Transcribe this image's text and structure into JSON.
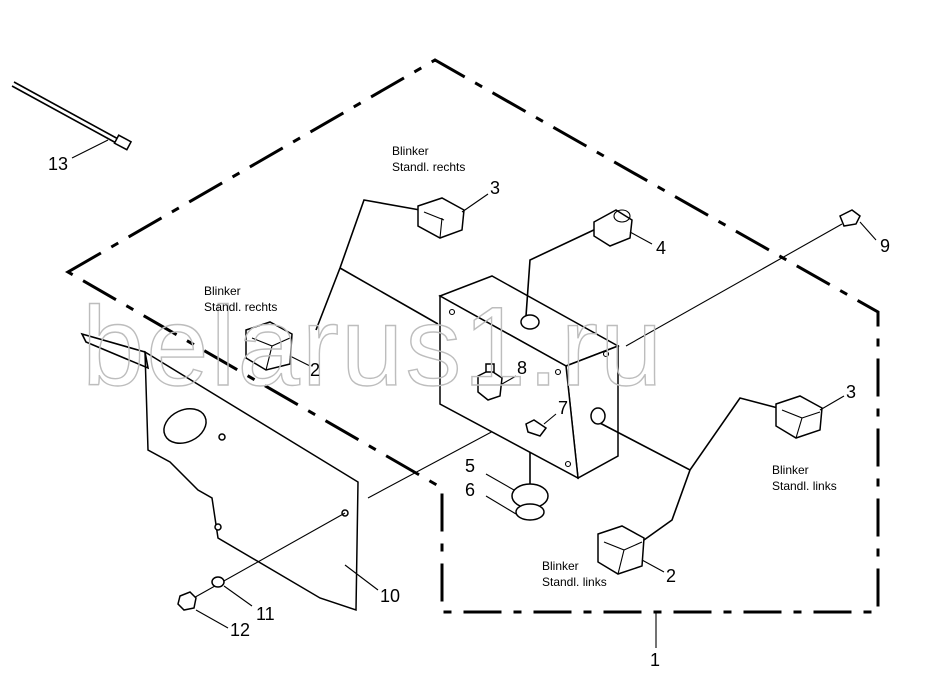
{
  "watermark": "belarus1.ru",
  "labels": {
    "blinker_rechts_top_line1": "Blinker",
    "blinker_rechts_top_line2": "Standl. rechts",
    "blinker_rechts_left_line1": "Blinker",
    "blinker_rechts_left_line2": "Standl. rechts",
    "blinker_links_right_line1": "Blinker",
    "blinker_links_right_line2": "Standl. links",
    "blinker_links_bottom_line1": "Blinker",
    "blinker_links_bottom_line2": "Standl. links"
  },
  "callouts": {
    "c1": "1",
    "c2_left": "2",
    "c2_right": "2",
    "c3_top": "3",
    "c3_right": "3",
    "c4": "4",
    "c5": "5",
    "c6": "6",
    "c7": "7",
    "c8": "8",
    "c9": "9",
    "c10": "10",
    "c11": "11",
    "c12": "12",
    "c13": "13"
  }
}
